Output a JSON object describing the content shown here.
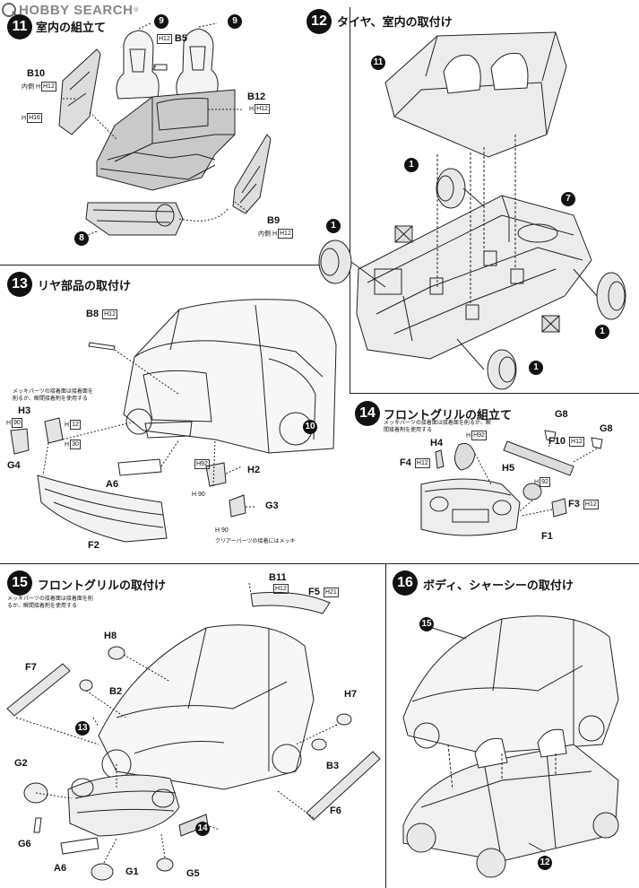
{
  "watermark": {
    "text": "HOBBY SEARCH"
  },
  "steps": [
    {
      "num": "11",
      "title": "室内の組立て"
    },
    {
      "num": "12",
      "title": "タイヤ、室内の取付け"
    },
    {
      "num": "13",
      "title": "リヤ部品の取付け"
    },
    {
      "num": "14",
      "title": "フロントグリルの組立て"
    },
    {
      "num": "15",
      "title": "フロントグリルの取付け"
    },
    {
      "num": "16",
      "title": "ボディ、シャーシーの取付け"
    }
  ],
  "plating_note": "メッキパーツの接着面は接着面を削るか、瞬間接着剤を使用する",
  "clear_note": "クリアーパーツの接着にはメッキ",
  "inner_label": "内側",
  "parts": {
    "s11": {
      "b5": "B5",
      "b10": "B10",
      "b12": "B12",
      "b9": "B9",
      "h12": "H12",
      "h16": "H16",
      "ref9a": "9",
      "ref9b": "9",
      "ref8": "8"
    },
    "s12": {
      "ref11": "11",
      "ref1a": "1",
      "ref1b": "1",
      "ref1c": "1",
      "ref1d": "1",
      "ref7": "7"
    },
    "s13": {
      "b8": "B8",
      "h3": "H3",
      "h90a": "90",
      "g4": "G4",
      "a6": "A6",
      "h2": "H2",
      "g3": "G3",
      "f2": "F2",
      "h92": "H92",
      "h90b": "H 90",
      "h90c": "H 90",
      "ref10": "10",
      "h12": "H12",
      "h30": "H30"
    },
    "s14": {
      "g8a": "G8",
      "g8b": "G8",
      "h4": "H4",
      "f10": "F10",
      "f4": "F4",
      "h5": "H5",
      "f3": "F3",
      "f1": "F1",
      "h92": "H92",
      "h12": "H12"
    },
    "s15": {
      "b11": "B11",
      "f5": "F5",
      "h8": "H8",
      "f7": "F7",
      "b2": "B2",
      "h7": "H7",
      "ref13": "13",
      "b3": "B3",
      "g2": "G2",
      "f6": "F6",
      "g6": "G6",
      "a6": "A6",
      "g1": "G1",
      "g5": "G5",
      "ref14": "14",
      "h12": "H12",
      "h21": "H21"
    },
    "s16": {
      "ref15": "15",
      "ref12": "12"
    }
  }
}
